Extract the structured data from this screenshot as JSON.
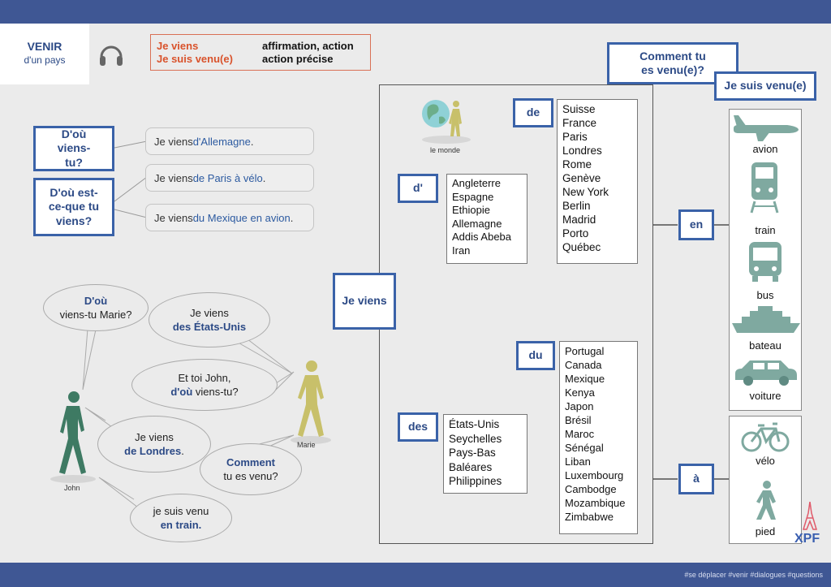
{
  "header": {
    "title": "VENIR",
    "subtitle": "d'un pays"
  },
  "legend": {
    "row1_left": "Je viens",
    "row1_right": "affirmation, action",
    "row2_left": "Je suis venu(e)",
    "row2_right": "action précise"
  },
  "questions": {
    "q1": "D'où viens-tu?",
    "q2": "D'où est-ce-que tu viens?"
  },
  "answers": [
    {
      "pre": "Je viens ",
      "hl": "d'Allemagne",
      "post": "."
    },
    {
      "pre": "Je viens ",
      "hl": "de Paris à vélo",
      "post": "."
    },
    {
      "pre": "Je viens ",
      "hl": "du Mexique en avion",
      "post": "."
    }
  ],
  "dialogue": {
    "b1_bold": "D'où",
    "b1_rest": "viens-tu Marie?",
    "b2_a": "Je viens",
    "b2_bold": "des États-Unis",
    "b3_a": "Et toi John,",
    "b3_bold": "d'où",
    "b3_rest": " viens-tu?",
    "b4_a": "Je viens",
    "b4_bold": "de Londres",
    "b4_post": ".",
    "b5_bold": "Comment",
    "b5_rest": "tu es venu?",
    "b6_a": "je suis venu",
    "b6_bold": "en train.",
    "john": "John",
    "marie": "Marie"
  },
  "monde_label": "le monde",
  "je_viens": "Je viens",
  "prep": {
    "de": "de",
    "d": "d'",
    "du": "du",
    "des": "des",
    "en": "en",
    "a": "à"
  },
  "lists": {
    "de": [
      "Suisse",
      "France",
      "Paris",
      "Londres",
      "Rome",
      "Genève",
      "New York",
      "Berlin",
      "Madrid",
      "Porto",
      "Québec"
    ],
    "d": [
      "Angleterre",
      "Espagne",
      "Ethiopie",
      "Allemagne",
      "Addis Abeba",
      "Iran"
    ],
    "du": [
      "Portugal",
      "Canada",
      "Mexique",
      "Kenya",
      "Japon",
      "Brésil",
      "Maroc",
      "Sénégal",
      "Liban",
      "Luxembourg",
      "Cambodge",
      "Mozambique",
      "Zimbabwe"
    ],
    "des": [
      "États-Unis",
      "Seychelles",
      "Pays-Bas",
      "Baléares",
      "Philippines"
    ]
  },
  "comment_question": "Comment tu es venu(e)?",
  "je_suis_venu": "Je suis venu(e)",
  "transport_en": [
    "avion",
    "train",
    "bus",
    "bateau",
    "voiture"
  ],
  "transport_a": [
    "vélo",
    "pied"
  ],
  "logo": "XPF",
  "tags": "#se déplacer #venir #dialogues #questions",
  "colors": {
    "bar": "#3f5794",
    "box_border": "#3a62a8",
    "orange": "#d9532c",
    "figure_green": "#3e7a63",
    "figure_yellow": "#c8c06a",
    "vehicle": "#7fa9a0"
  }
}
